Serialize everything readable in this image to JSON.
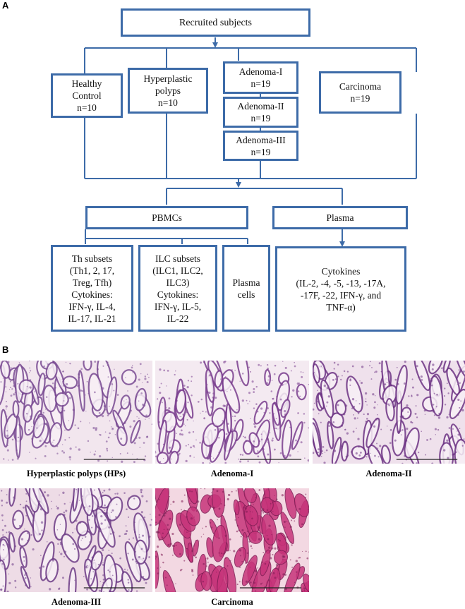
{
  "panels": {
    "a": "A",
    "b": "B"
  },
  "flowchart": {
    "top": "Recruited subjects",
    "groups": {
      "healthy": [
        "Healthy",
        "Control",
        "n=10"
      ],
      "hyperplastic": [
        "Hyperplastic",
        "polyps",
        "n=10"
      ],
      "adenoma1": [
        "Adenoma-I",
        "n=19"
      ],
      "adenoma2": [
        "Adenoma-II",
        "n=19"
      ],
      "adenoma3": [
        "Adenoma-III",
        "n=19"
      ],
      "carcinoma": [
        "Carcinoma",
        "n=19"
      ]
    },
    "pbmcs": "PBMCs",
    "plasma": "Plasma",
    "th": [
      "Th subsets",
      "(Th1, 2, 17,",
      "Treg, Tfh)",
      "Cytokines:",
      "IFN-γ, IL-4,",
      "IL-17, IL-21"
    ],
    "ilc": [
      "ILC subsets",
      "(ILC1, ILC2,",
      "ILC3)",
      "Cytokines:",
      "IFN-γ, IL-5,",
      "IL-22"
    ],
    "plasma_cells": [
      "Plasma",
      "cells"
    ],
    "cytokines": [
      "Cytokines",
      "(IL-2, -4, -5, -13, -17A,",
      "-17F, -22, IFN-γ, and",
      "TNF-α)"
    ],
    "colors": {
      "box_border": "#3D6BA8",
      "arrow": "#3D6BA8"
    }
  },
  "histology": {
    "images": [
      {
        "caption": "Hyperplastic polyps (HPs)",
        "bg": "#F2E6EE",
        "tissue": "#B87BB5",
        "dark": "#7A4B93"
      },
      {
        "caption": "Adenoma-I",
        "bg": "#F4EAF1",
        "tissue": "#BE7FBA",
        "dark": "#7B3F8F"
      },
      {
        "caption": "Adenoma-II",
        "bg": "#EFE1EC",
        "tissue": "#B06FB0",
        "dark": "#6E3585"
      },
      {
        "caption": "Adenoma-III",
        "bg": "#EEDCE6",
        "tissue": "#C388BC",
        "dark": "#6F3E88"
      },
      {
        "caption": "Carcinoma",
        "bg": "#F3D8E2",
        "tissue": "#C7347A",
        "dark": "#7E1C54"
      }
    ]
  }
}
